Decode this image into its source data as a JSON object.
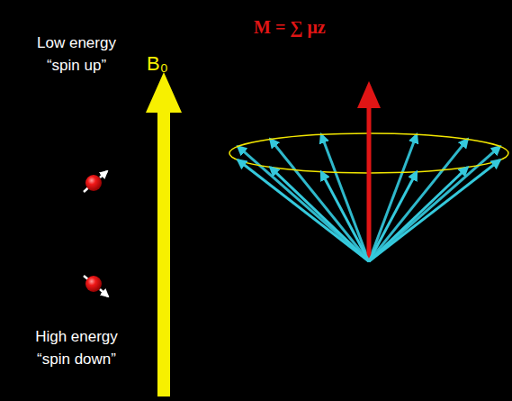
{
  "diagram": {
    "labels": [
      "B₀",
      "M = ∑ μz",
      "Low energy “spin up”",
      "High energy “spin down”"
    ]
  }
}
